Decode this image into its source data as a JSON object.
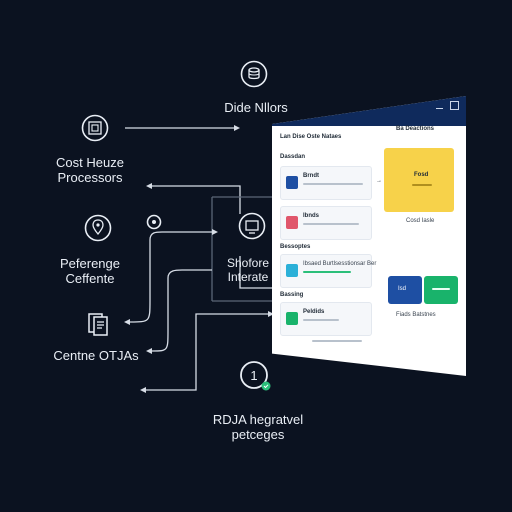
{
  "diagram": {
    "top_label": "Dide Nllors",
    "left_labels": {
      "cost": "Cost Heuze\nProcessors",
      "peferenge": "Peferenge\nCeffente",
      "centne": "Centne OTJAs"
    },
    "center_label": "Shofore\nInterate",
    "bottom_label": "RDJA hegratvel\npetceges",
    "bottom_icon_number": "1"
  },
  "window": {
    "title": "",
    "toolbar_left": "Lan Dise Oste Nataes",
    "toolbar_right": "Ba Deactions",
    "section1": "Dassdan",
    "section2": "Bessoptes",
    "section3": "Bassing",
    "card1": "Brndt",
    "card2": "Ibnds",
    "card3": "Ibsaed Burtlsesstionsar Ber",
    "card4": "Peldids",
    "yellow_card": "Fosd",
    "yellow_caption": "Cosd Iasle",
    "blue_card": "Isd",
    "green_caption": "Fiads Batstnes",
    "blue_color": "#1e4fa3",
    "green_color": "#19b36b",
    "yellow_color": "#f7d24a",
    "accent_color": "#0f2a5c"
  },
  "icons": {
    "top": "coin-stack-icon",
    "cost": "box-grid-icon",
    "peferenge": "pin-drop-icon",
    "centne": "documents-icon",
    "center": "monitor-icon",
    "bottom": "timer-icon",
    "dot": "target-dot-icon"
  }
}
